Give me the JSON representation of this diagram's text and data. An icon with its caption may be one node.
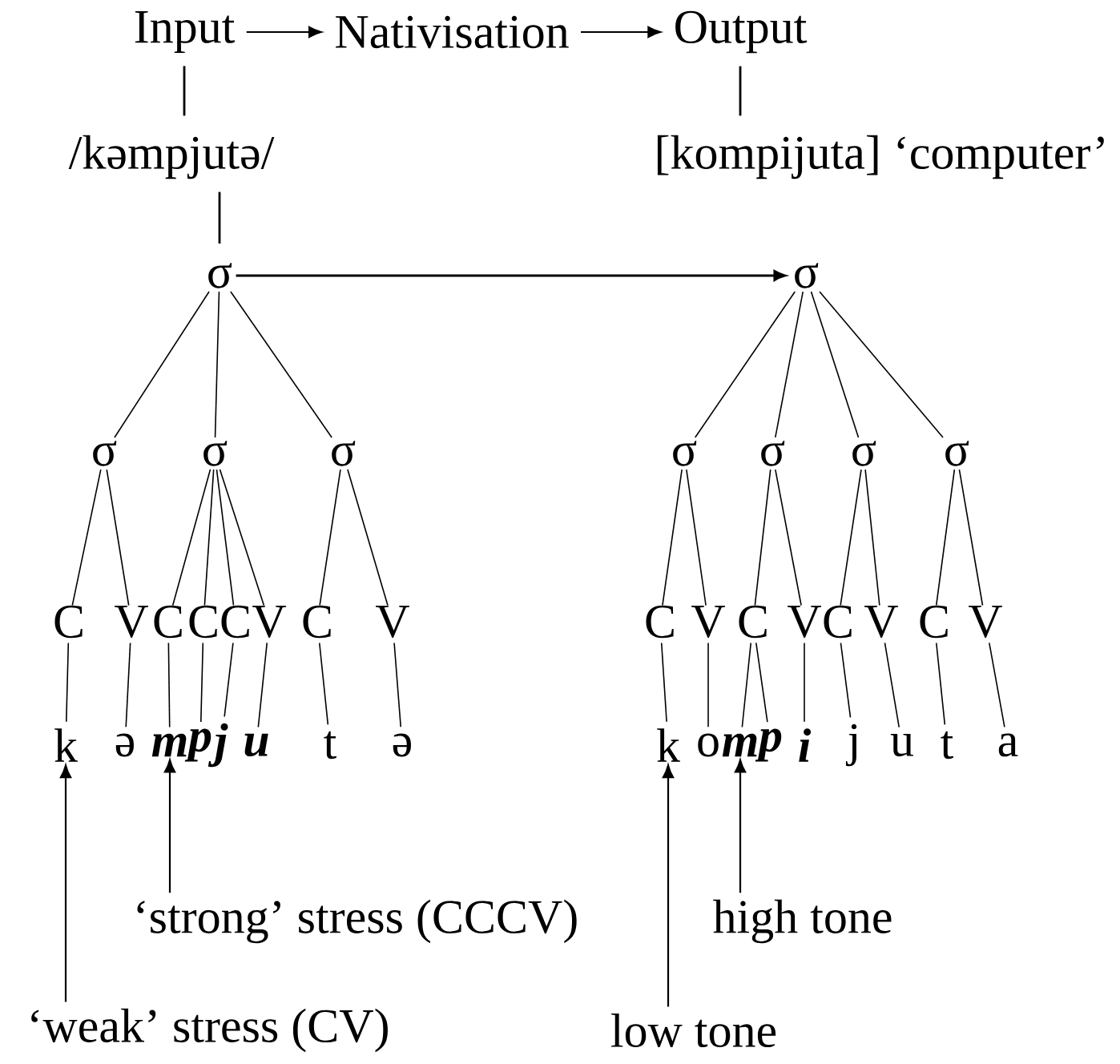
{
  "diagram": {
    "nodes": [
      {
        "text": [
          "Input"
        ]
      },
      {
        "text": [
          "Nativisation"
        ]
      },
      {
        "text": [
          "Output"
        ]
      },
      {
        "text": [
          "/kəmpjutə/"
        ]
      },
      {
        "text": [
          "[kompijuta] ‘computer’"
        ]
      },
      {
        "text": [
          "σ"
        ]
      },
      {
        "text": [
          "σ"
        ]
      },
      {
        "text": [
          "σ"
        ]
      },
      {
        "text": [
          "σ"
        ]
      },
      {
        "text": [
          "σ"
        ]
      },
      {
        "text": [
          "σ"
        ]
      },
      {
        "text": [
          "σ"
        ]
      },
      {
        "text": [
          "σ"
        ]
      },
      {
        "text": [
          "σ"
        ]
      },
      {
        "text": [
          "C"
        ]
      },
      {
        "text": [
          "V"
        ]
      },
      {
        "text": [
          "C"
        ]
      },
      {
        "text": [
          "C"
        ]
      },
      {
        "text": [
          "C"
        ]
      },
      {
        "text": [
          "V"
        ]
      },
      {
        "text": [
          "C"
        ]
      },
      {
        "text": [
          "V"
        ]
      },
      {
        "text": [
          "C"
        ]
      },
      {
        "text": [
          "V"
        ]
      },
      {
        "text": [
          "C"
        ]
      },
      {
        "text": [
          "V"
        ]
      },
      {
        "text": [
          "C"
        ]
      },
      {
        "text": [
          "V"
        ]
      },
      {
        "text": [
          "C"
        ]
      },
      {
        "text": [
          "V"
        ]
      },
      {
        "text": [
          "k"
        ]
      },
      {
        "text": [
          "ə"
        ]
      },
      {
        "text": [
          "m"
        ]
      },
      {
        "text": [
          "p"
        ]
      },
      {
        "text": [
          "j"
        ]
      },
      {
        "text": [
          "u"
        ]
      },
      {
        "text": [
          "t"
        ]
      },
      {
        "text": [
          "ə"
        ]
      },
      {
        "text": [
          "k"
        ]
      },
      {
        "text": [
          "o"
        ]
      },
      {
        "text": [
          "m"
        ]
      },
      {
        "text": [
          "p"
        ]
      },
      {
        "text": [
          "i"
        ]
      },
      {
        "text": [
          "j"
        ]
      },
      {
        "text": [
          "u"
        ]
      },
      {
        "text": [
          "t"
        ]
      },
      {
        "text": [
          "a"
        ]
      },
      {
        "text": [
          "‘strong’ stress (CCCV)"
        ]
      },
      {
        "text": [
          "high tone"
        ]
      },
      {
        "text": [
          "‘weak’ stress (CV)"
        ]
      },
      {
        "text": [
          "low tone"
        ]
      }
    ],
    "edges": [
      {
        "from": 0,
        "to": 1,
        "arrow": "to"
      },
      {
        "from": 1,
        "to": 2,
        "arrow": "to"
      },
      {
        "from": 0,
        "to": 3,
        "arrow": "none"
      },
      {
        "from": 2,
        "to": 4,
        "arrow": "none"
      },
      {
        "from": 3,
        "to": 5,
        "arrow": "none"
      },
      {
        "from": 5,
        "to": 6,
        "arrow": "to"
      },
      {
        "from": 5,
        "to": 7,
        "arrow": "none"
      },
      {
        "from": 5,
        "to": 8,
        "arrow": "none"
      },
      {
        "from": 5,
        "to": 9,
        "arrow": "none"
      },
      {
        "from": 6,
        "to": 10,
        "arrow": "none"
      },
      {
        "from": 6,
        "to": 11,
        "arrow": "none"
      },
      {
        "from": 6,
        "to": 12,
        "arrow": "none"
      },
      {
        "from": 6,
        "to": 13,
        "arrow": "none"
      },
      {
        "from": 7,
        "to": 14,
        "arrow": "none"
      },
      {
        "from": 7,
        "to": 15,
        "arrow": "none"
      },
      {
        "from": 8,
        "to": 16,
        "arrow": "none"
      },
      {
        "from": 8,
        "to": 17,
        "arrow": "none"
      },
      {
        "from": 8,
        "to": 18,
        "arrow": "none"
      },
      {
        "from": 8,
        "to": 19,
        "arrow": "none"
      },
      {
        "from": 9,
        "to": 20,
        "arrow": "none"
      },
      {
        "from": 9,
        "to": 21,
        "arrow": "none"
      },
      {
        "from": 10,
        "to": 22,
        "arrow": "none"
      },
      {
        "from": 10,
        "to": 23,
        "arrow": "none"
      },
      {
        "from": 11,
        "to": 24,
        "arrow": "none"
      },
      {
        "from": 11,
        "to": 25,
        "arrow": "none"
      },
      {
        "from": 12,
        "to": 26,
        "arrow": "none"
      },
      {
        "from": 12,
        "to": 27,
        "arrow": "none"
      },
      {
        "from": 13,
        "to": 28,
        "arrow": "none"
      },
      {
        "from": 13,
        "to": 29,
        "arrow": "none"
      },
      {
        "from": 14,
        "to": 30,
        "arrow": "none"
      },
      {
        "from": 15,
        "to": 31,
        "arrow": "none"
      },
      {
        "from": 16,
        "to": 32,
        "arrow": "none"
      },
      {
        "from": 17,
        "to": 33,
        "arrow": "none"
      },
      {
        "from": 18,
        "to": 34,
        "arrow": "none"
      },
      {
        "from": 19,
        "to": 35,
        "arrow": "none"
      },
      {
        "from": 20,
        "to": 36,
        "arrow": "none"
      },
      {
        "from": 21,
        "to": 37,
        "arrow": "none"
      },
      {
        "from": 22,
        "to": 38,
        "arrow": "none"
      },
      {
        "from": 23,
        "to": 39,
        "arrow": "none"
      },
      {
        "from": 24,
        "to": 40,
        "arrow": "none"
      },
      {
        "from": 24,
        "to": 41,
        "arrow": "none"
      },
      {
        "from": 25,
        "to": 42,
        "arrow": "none"
      },
      {
        "from": 26,
        "to": 43,
        "arrow": "none"
      },
      {
        "from": 27,
        "to": 44,
        "arrow": "none"
      },
      {
        "from": 28,
        "to": 45,
        "arrow": "none"
      },
      {
        "from": 29,
        "to": 46,
        "arrow": "none"
      },
      {
        "from": 47,
        "to": 32,
        "arrow": "to"
      },
      {
        "from": 48,
        "to": 40,
        "arrow": "to"
      },
      {
        "from": 49,
        "to": 30,
        "arrow": "to"
      },
      {
        "from": 50,
        "to": 38,
        "arrow": "to"
      }
    ]
  }
}
